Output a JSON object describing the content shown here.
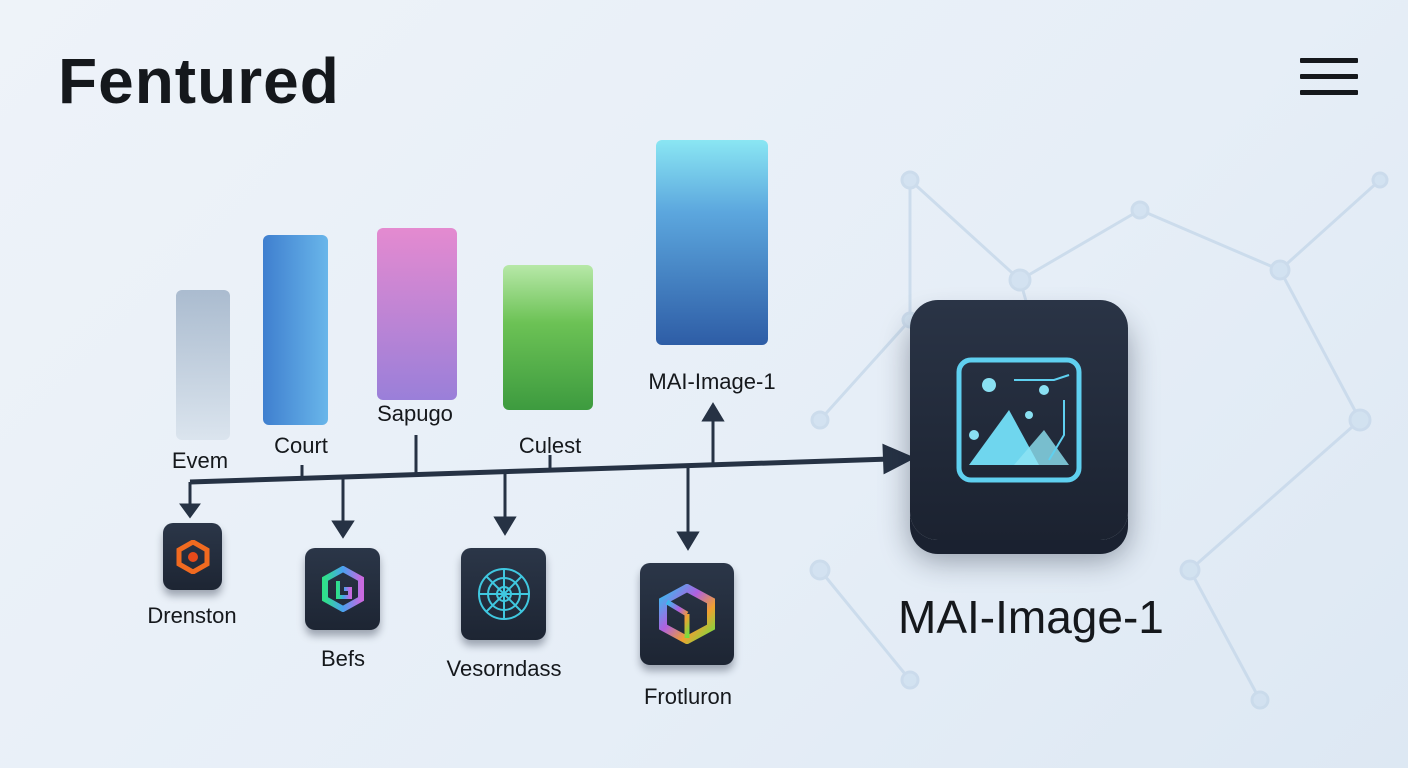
{
  "header": {
    "title": "Fentured",
    "menu_icon": "hamburger-menu-icon"
  },
  "models_top": [
    {
      "label": "Evem",
      "color": "#b9c8d8"
    },
    {
      "label": "Court",
      "color": "#4a90d6"
    },
    {
      "label": "Sapugo",
      "color": "#c08ad8"
    },
    {
      "label": "Culest",
      "color": "#6cc255"
    },
    {
      "label": "MAI-Image-1",
      "color": "#3a7fbf"
    }
  ],
  "models_bottom": [
    {
      "label": "Drenston",
      "icon": "orange-hexagon-icon"
    },
    {
      "label": "Befs",
      "icon": "gradient-hexagon-g-icon"
    },
    {
      "label": "Vesorndass",
      "icon": "cyan-network-circle-icon"
    },
    {
      "label": "Frotluron",
      "icon": "rainbow-cube-icon"
    }
  ],
  "featured": {
    "label": "MAI-Image-1",
    "icon": "image-mountain-icon",
    "accent": "#5fd0f0"
  }
}
